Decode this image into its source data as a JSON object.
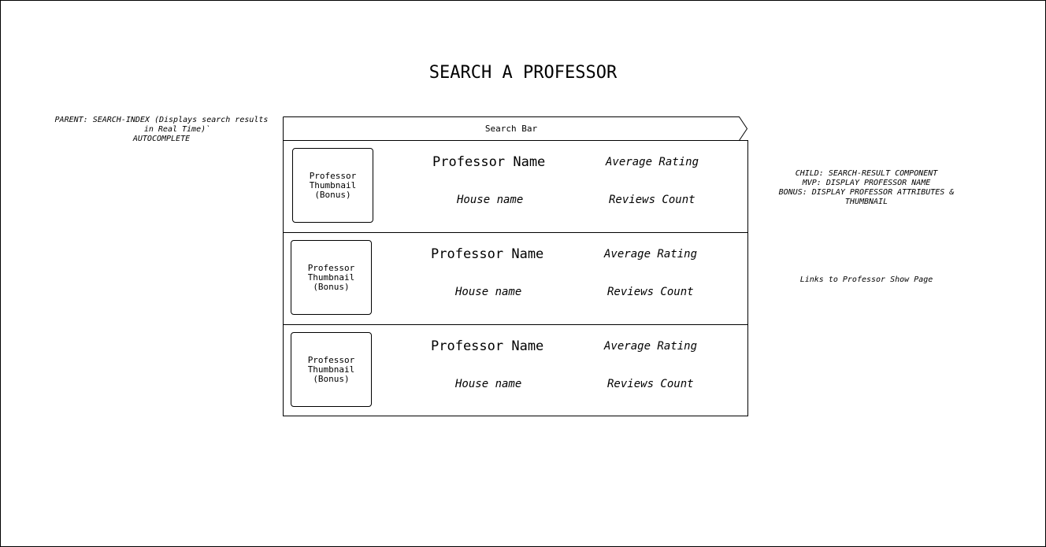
{
  "page": {
    "title": "SEARCH A PROFESSOR"
  },
  "notes": {
    "parent_line1": "PARENT: SEARCH-INDEX (Displays search results",
    "parent_line2": "in Real Time)`",
    "parent_line3": "AUTOCOMPLETE",
    "child_line1": "CHILD: SEARCH-RESULT COMPONENT",
    "child_line2": "MVP: DISPLAY PROFESSOR NAME",
    "child_line3": "BONUS: DISPLAY PROFESSOR ATTRIBUTES &",
    "child_line4": "THUMBNAIL",
    "links": "Links to Professor Show Page"
  },
  "search": {
    "label": "Search Bar"
  },
  "results": [
    {
      "thumb_line1": "Professor",
      "thumb_line2": "Thumbnail",
      "thumb_line3": "(Bonus)",
      "name": "Professor Name",
      "rating": "Average Rating",
      "house": "House name",
      "reviews": "Reviews Count"
    },
    {
      "thumb_line1": "Professor",
      "thumb_line2": "Thumbnail",
      "thumb_line3": "(Bonus)",
      "name": "Professor Name",
      "rating": "Average Rating",
      "house": "House name",
      "reviews": "Reviews Count"
    },
    {
      "thumb_line1": "Professor",
      "thumb_line2": "Thumbnail",
      "thumb_line3": "(Bonus)",
      "name": "Professor Name",
      "rating": "Average Rating",
      "house": "House name",
      "reviews": "Reviews Count"
    }
  ]
}
